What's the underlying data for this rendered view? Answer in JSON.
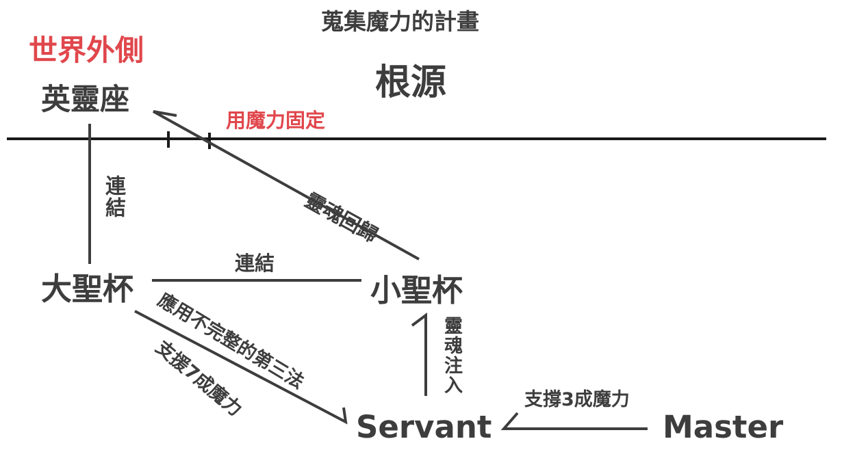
{
  "title": "蒐集魔力的計畫",
  "nodes": {
    "outside_world": "世界外側",
    "root": "根源",
    "throne_of_heroes": "英靈座",
    "greater_grail": "大聖杯",
    "lesser_grail": "小聖杯",
    "servant": "Servant",
    "master": "Master"
  },
  "edges": {
    "fix_with_mana": "用魔力固定",
    "link_vertical": "連結",
    "soul_return": "靈魂回歸",
    "link_horizontal": "連結",
    "apply_third_magic": "應用不完整的第三法",
    "support_70": "支援7成魔力",
    "soul_inject": "靈魂注入",
    "support_30": "支撐3成魔力"
  },
  "colors": {
    "text": "#3d3d3d",
    "accent": "#e0474c",
    "line": "#1a1a1a"
  }
}
